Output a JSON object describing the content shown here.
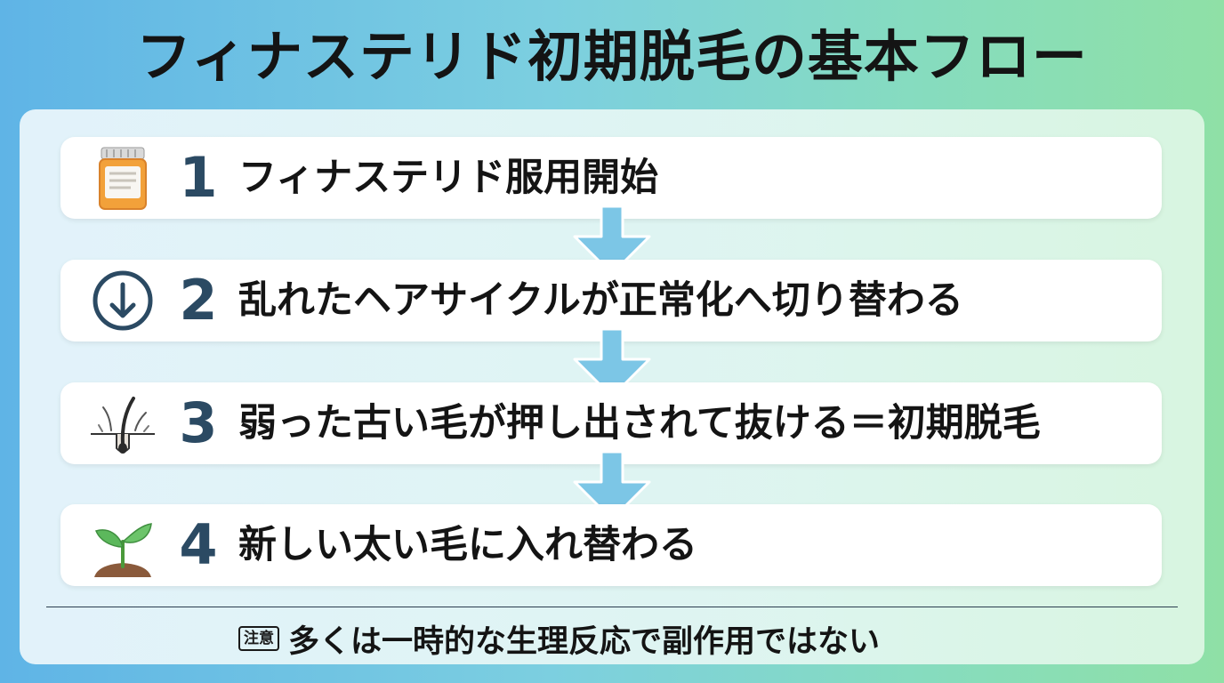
{
  "title": "フィナステリド初期脱毛の基本フロー",
  "steps": [
    {
      "number": "1",
      "text": "フィナステリド服用開始",
      "icon": "medicine-bottle-icon"
    },
    {
      "number": "2",
      "text": "乱れたヘアサイクルが正常化へ切り替わる",
      "icon": "circle-down-arrow-icon"
    },
    {
      "number": "3",
      "text": "弱った古い毛が押し出されて抜ける＝初期脱毛",
      "icon": "hair-follicle-icon"
    },
    {
      "number": "4",
      "text": "新しい太い毛に入れ替わる",
      "icon": "sprout-icon"
    }
  ],
  "note": {
    "badge": "注意",
    "text": "多くは一時的な生理反応で副作用ではない"
  },
  "colors": {
    "number": "#2b4a63",
    "arrow": "#7cc6e6",
    "bottle": "#f2a13a",
    "sprout": "#5cb85c",
    "soil": "#8a5a3b"
  }
}
